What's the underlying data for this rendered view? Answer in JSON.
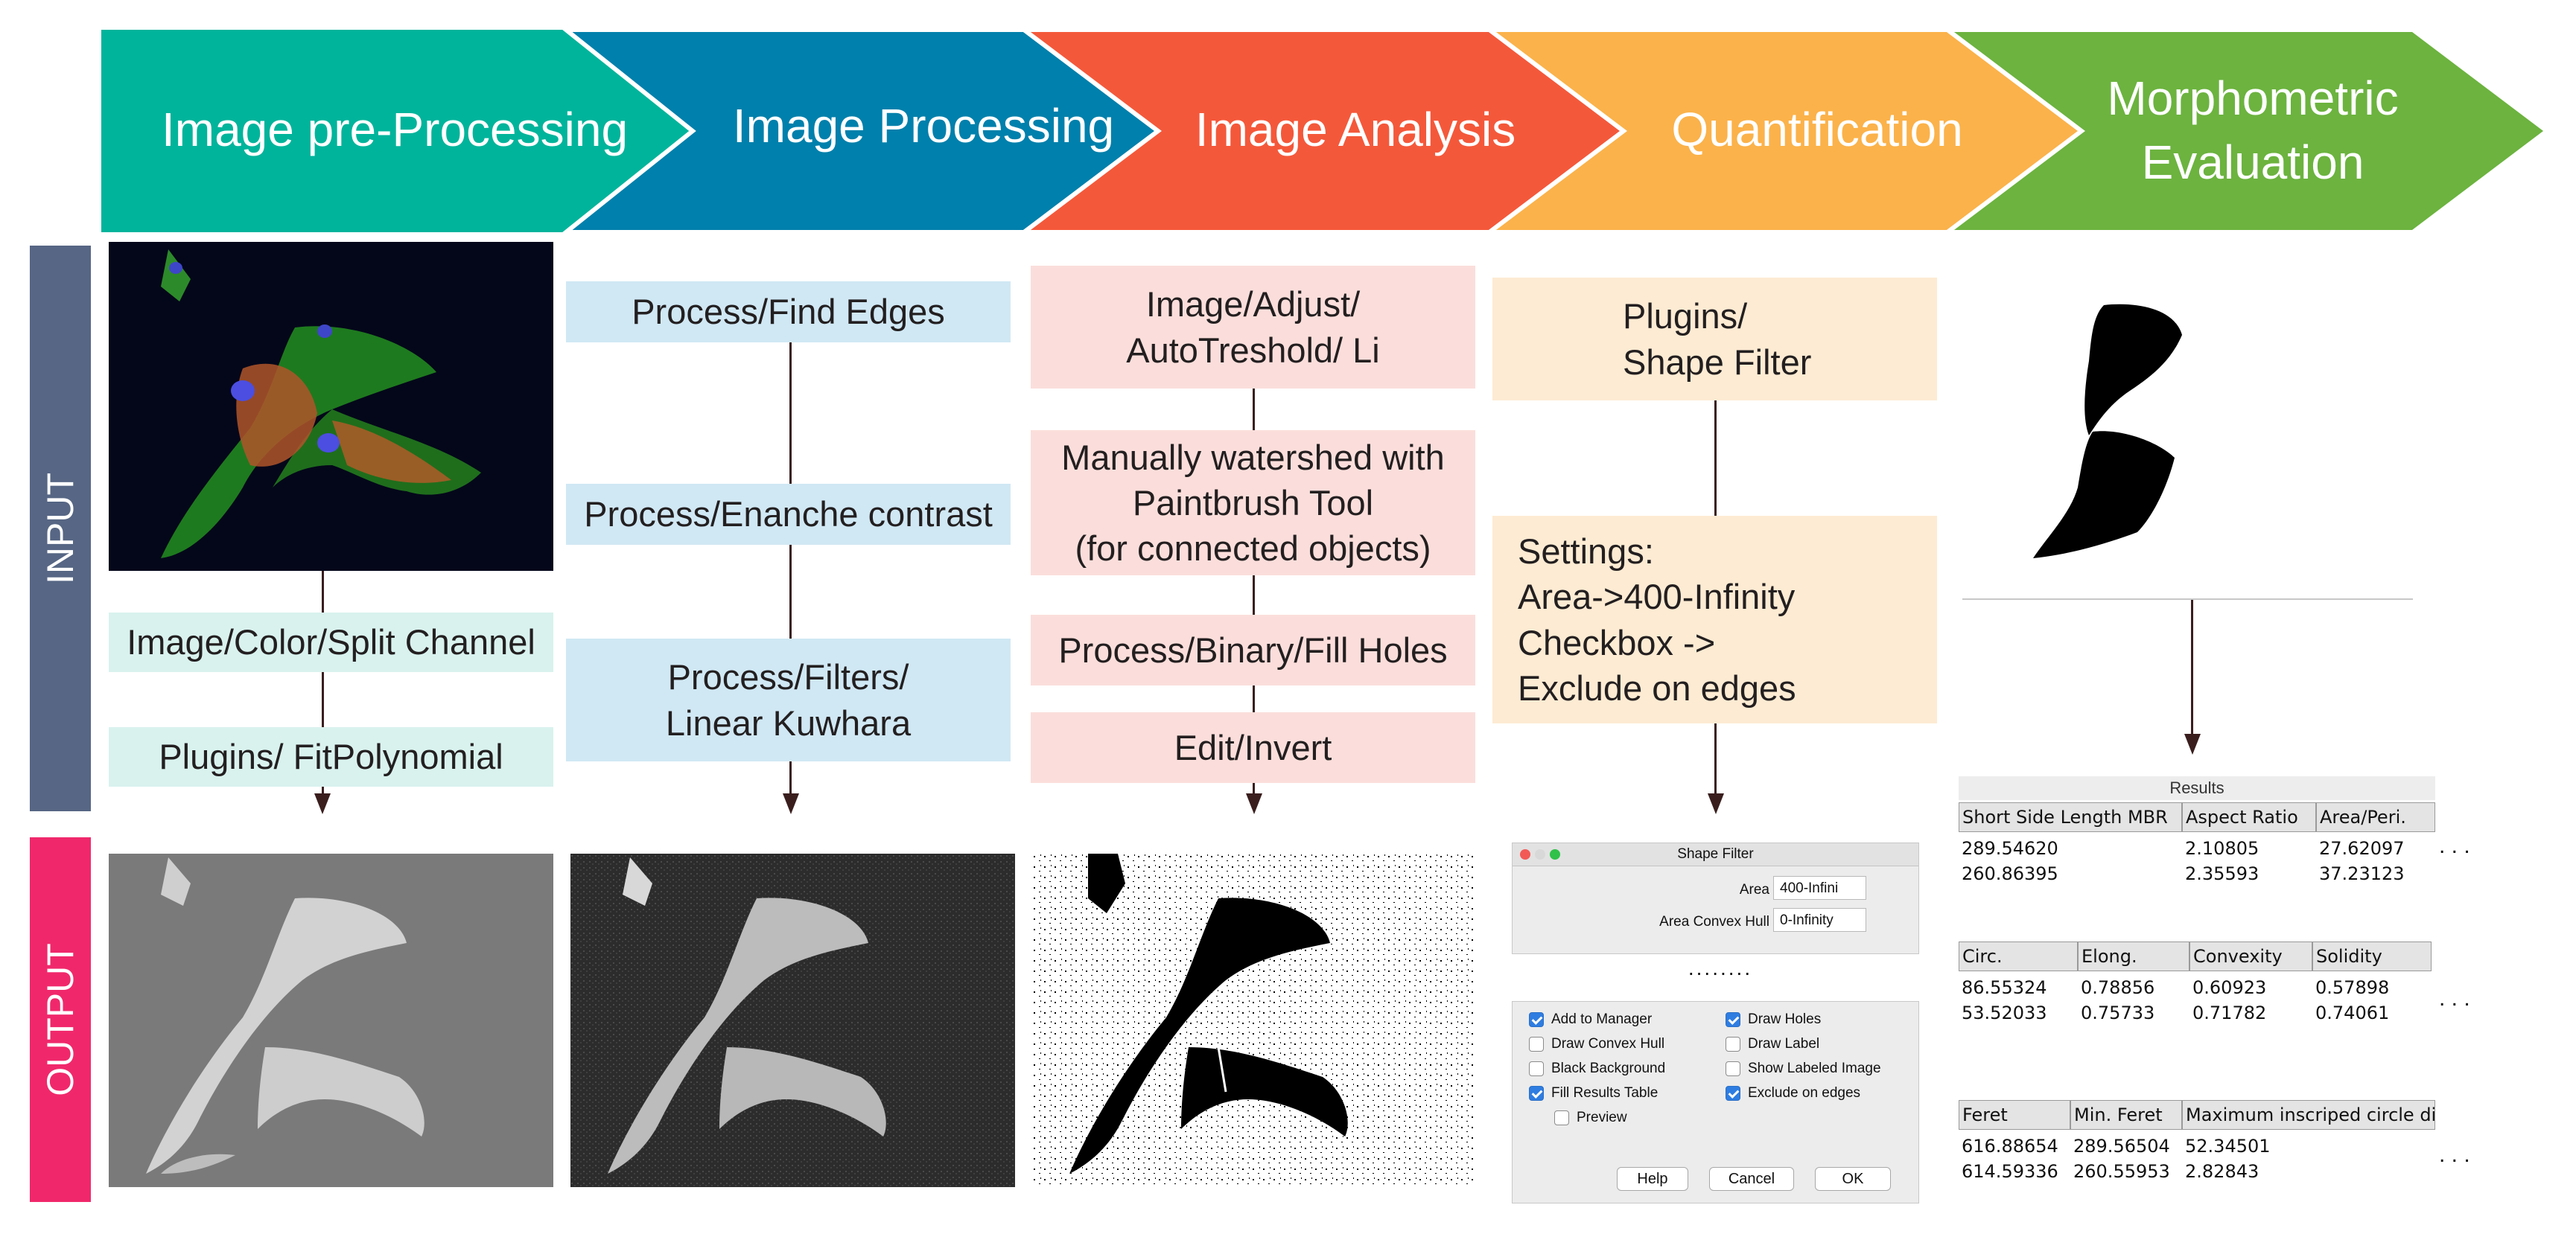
{
  "stages": [
    {
      "label": "Image pre-Processing",
      "color": "#00b49b"
    },
    {
      "label": "Image Processing",
      "color": "#0080ac"
    },
    {
      "label": "Image Analysis",
      "color": "#f4583a"
    },
    {
      "label": "Quantification",
      "color": "#fbb24a"
    },
    {
      "label": "Morphometric\nEvaluation",
      "color": "#6cb33f"
    }
  ],
  "side_labels": [
    {
      "label": "INPUT",
      "color": "#566684"
    },
    {
      "label": "OUTPUT",
      "color": "#f0286b"
    }
  ],
  "col1": {
    "steps": [
      "Image/Color/Split Channel",
      "Plugins/ FitPolynomial"
    ]
  },
  "col2": {
    "steps": [
      "Process/Find Edges",
      "Process/Enanche contrast",
      "Process/Filters/\nLinear Kuwhara"
    ]
  },
  "col3": {
    "steps": [
      "Image/Adjust/\nAutoTreshold/ Li",
      "Manually watershed with\nPaintbrush Tool\n(for connected objects)",
      "Process/Binary/Fill Holes",
      "Edit/Invert"
    ]
  },
  "col4": {
    "steps": [
      "Plugins/\nShape Filter",
      "Settings:\nArea->400-Infinity\nCheckbox ->\n            Exclude on edges"
    ]
  },
  "shape_filter": {
    "title": "Shape Filter",
    "fields": [
      {
        "label": "Area",
        "value": "400-Infini"
      },
      {
        "label": "Area Convex Hull",
        "value": "0-Infinity"
      }
    ],
    "ellipsis": "........",
    "checkboxes_left": [
      {
        "label": "Add to Manager",
        "checked": true
      },
      {
        "label": "Draw Convex Hull",
        "checked": false
      },
      {
        "label": "Black Background",
        "checked": false
      },
      {
        "label": "Fill Results Table",
        "checked": true
      },
      {
        "label": "Preview",
        "checked": false
      }
    ],
    "checkboxes_right": [
      {
        "label": "Draw Holes",
        "checked": true
      },
      {
        "label": "Draw Label",
        "checked": false
      },
      {
        "label": "Show Labeled Image",
        "checked": false
      },
      {
        "label": "Exclude on edges",
        "checked": true
      }
    ],
    "buttons": [
      "Help",
      "Cancel",
      "OK"
    ]
  },
  "results": {
    "title": "Results",
    "table1": {
      "headers": [
        "Short Side Length MBR",
        "Aspect Ratio",
        "Area/Peri."
      ],
      "rows": [
        [
          "289.54620",
          "2.10805",
          "27.62097"
        ],
        [
          "260.86395",
          "2.35593",
          "37.23123"
        ]
      ]
    },
    "table2": {
      "headers": [
        "Circ.",
        "Elong.",
        "Convexity",
        "Solidity"
      ],
      "rows": [
        [
          "86.55324",
          "0.78856",
          "0.60923",
          "0.57898"
        ],
        [
          "53.52033",
          "0.75733",
          "0.71782",
          "0.74061"
        ]
      ]
    },
    "table3": {
      "headers": [
        "Feret",
        "Min. Feret",
        "Maximum inscriped circle dia"
      ],
      "rows": [
        [
          "616.88654",
          "289.56504",
          "52.34501"
        ],
        [
          "614.59336",
          "260.55953",
          "2.82843"
        ]
      ]
    },
    "ellipsis": ". . ."
  }
}
